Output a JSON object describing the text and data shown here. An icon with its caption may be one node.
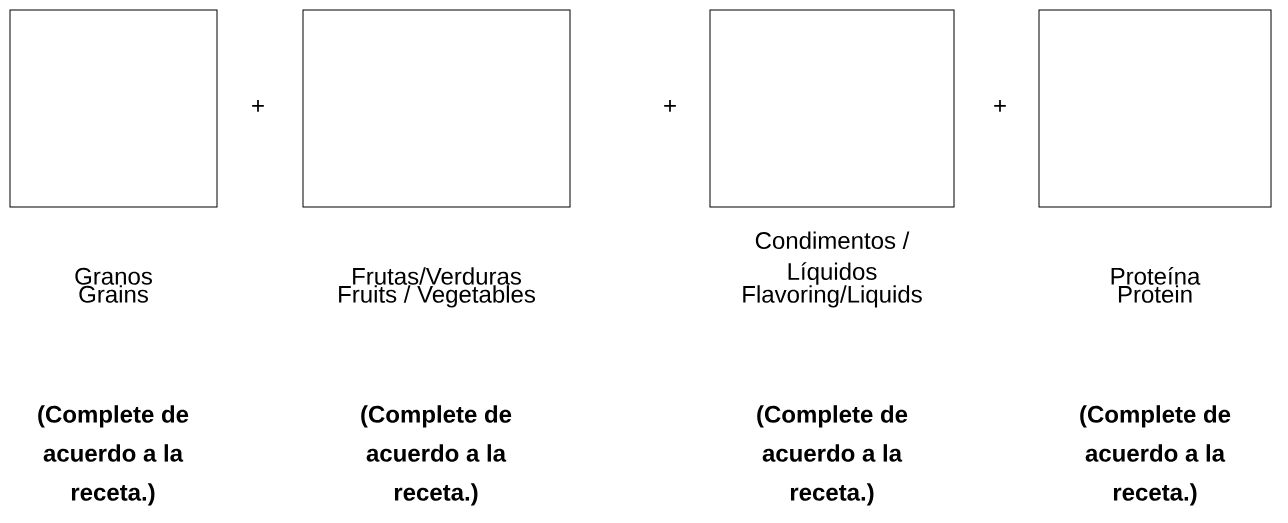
{
  "diagram": {
    "nodes": [
      {
        "text": [
          "Granos",
          "Grains"
        ]
      },
      {
        "text": [
          "Frutas/Verduras",
          "Fruits / Vegetables"
        ]
      },
      {
        "text": [
          "Condimentos / Líquidos",
          "Flavoring/Liquids"
        ]
      },
      {
        "text": [
          "Proteína",
          "Protein"
        ]
      }
    ],
    "labels": [
      "+",
      "+",
      "+",
      "(Complete de acuerdo a la receta.)",
      "(Complete de acuerdo a la receta.)",
      "(Complete de acuerdo a la receta.)",
      "(Complete de acuerdo a la receta.)"
    ]
  }
}
